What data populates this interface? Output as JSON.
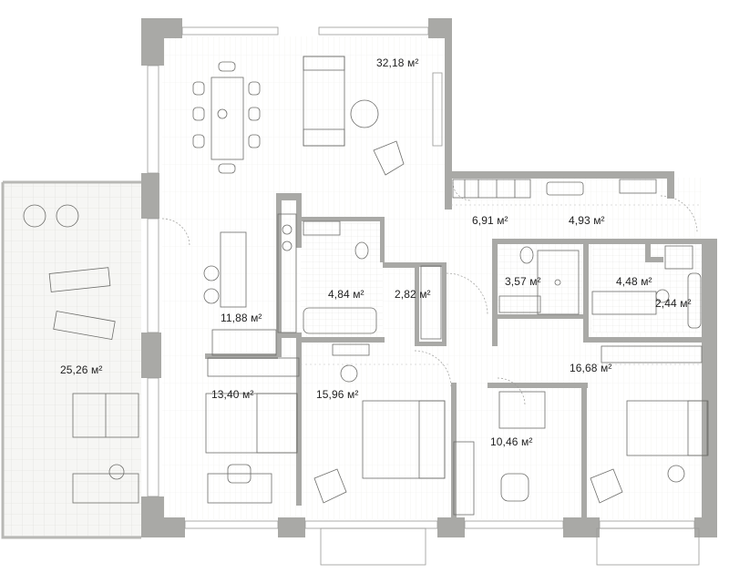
{
  "plan": {
    "rooms": [
      {
        "id": "living",
        "area": "32,18 м²"
      },
      {
        "id": "hall",
        "area": "6,91 м²"
      },
      {
        "id": "corridor-east",
        "area": "4,93 м²"
      },
      {
        "id": "kitchen",
        "area": "11,88 м²"
      },
      {
        "id": "bath-main",
        "area": "4,84 м²"
      },
      {
        "id": "closet",
        "area": "2,82 м²"
      },
      {
        "id": "bath-guest",
        "area": "3,57 м²"
      },
      {
        "id": "bath-east",
        "area": "4,48 м²"
      },
      {
        "id": "laundry",
        "area": "2,44 м²"
      },
      {
        "id": "terrace",
        "area": "25,26 м²"
      },
      {
        "id": "study",
        "area": "13,40 м²"
      },
      {
        "id": "bedroom-main",
        "area": "15,96 м²"
      },
      {
        "id": "bedroom-east",
        "area": "16,68 м²"
      },
      {
        "id": "bedroom-small",
        "area": "10,46 м²"
      }
    ],
    "colors": {
      "wall": "#a9a9a6",
      "wall_dark": "#8f8f8c",
      "floor_line": "#e6e6e3",
      "furniture": "#6d6d6a",
      "terrace_fill": "#f4f4f2"
    }
  }
}
